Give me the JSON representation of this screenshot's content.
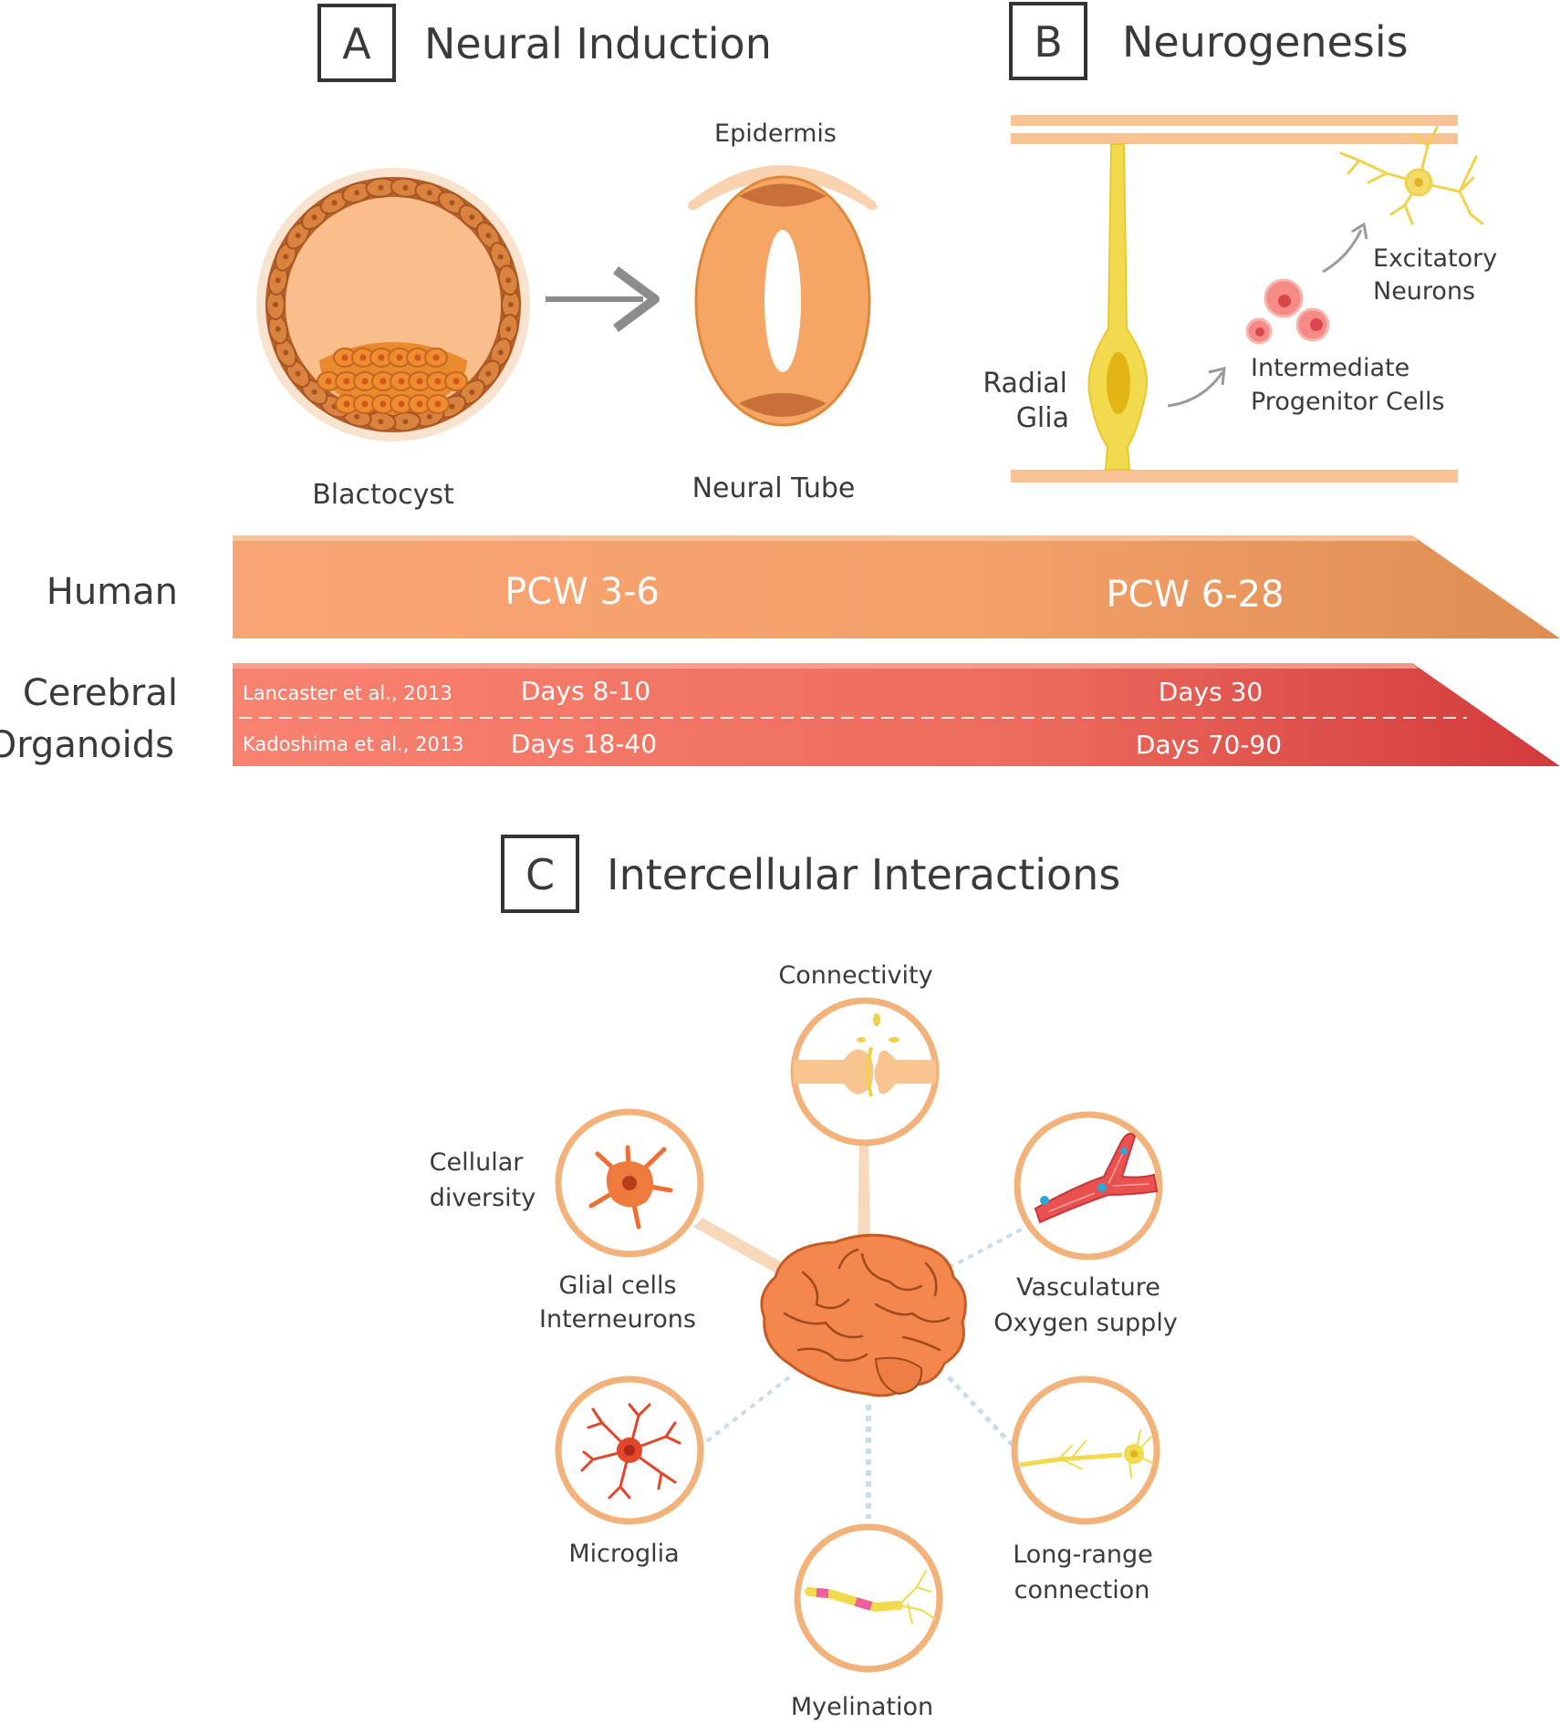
{
  "panels": {
    "a": {
      "letter": "A",
      "title": "Neural Induction",
      "blastocyst_label": "Blactocyst",
      "epidermis_label": "Epidermis",
      "neural_tube_label": "Neural Tube"
    },
    "b": {
      "letter": "B",
      "title": "Neurogenesis",
      "radial_glia_1": "Radial",
      "radial_glia_2": "Glia",
      "ipc_1": "Intermediate",
      "ipc_2": "Progenitor Cells",
      "excitatory_1": "Excitatory",
      "excitatory_2": "Neurons"
    },
    "c": {
      "letter": "C",
      "title": "Intercellular Interactions",
      "connectivity": "Connectivity",
      "cellular_diversity_1": "Cellular",
      "cellular_diversity_2": "diversity",
      "glial_1": "Glial cells",
      "glial_2": "Interneurons",
      "vasculature_1": "Vasculature",
      "vasculature_2": "Oxygen supply",
      "microglia": "Microglia",
      "longrange_1": "Long-range",
      "longrange_2": "connection",
      "myelination": "Myelination"
    }
  },
  "timeline": {
    "human_label": "Human",
    "organoids_label_1": "Cerebral",
    "organoids_label_2": "Organoids",
    "human_stage_1": "PCW 3-6",
    "human_stage_2": "PCW 6-28",
    "lancaster_ref": "Lancaster et al., 2013",
    "lancaster_days_1": "Days 8-10",
    "lancaster_days_2": "Days 30",
    "kadoshima_ref": "Kadoshima et al., 2013",
    "kadoshima_days_1": "Days 18-40",
    "kadoshima_days_2": "Days 70-90"
  },
  "colors": {
    "orange": "#F5A06B",
    "peach": "#F9BE91",
    "red_start": "#F57F6D",
    "red_end": "#D8413F",
    "yellow": "#F0D33C",
    "circle_border": "#F2B27A"
  }
}
